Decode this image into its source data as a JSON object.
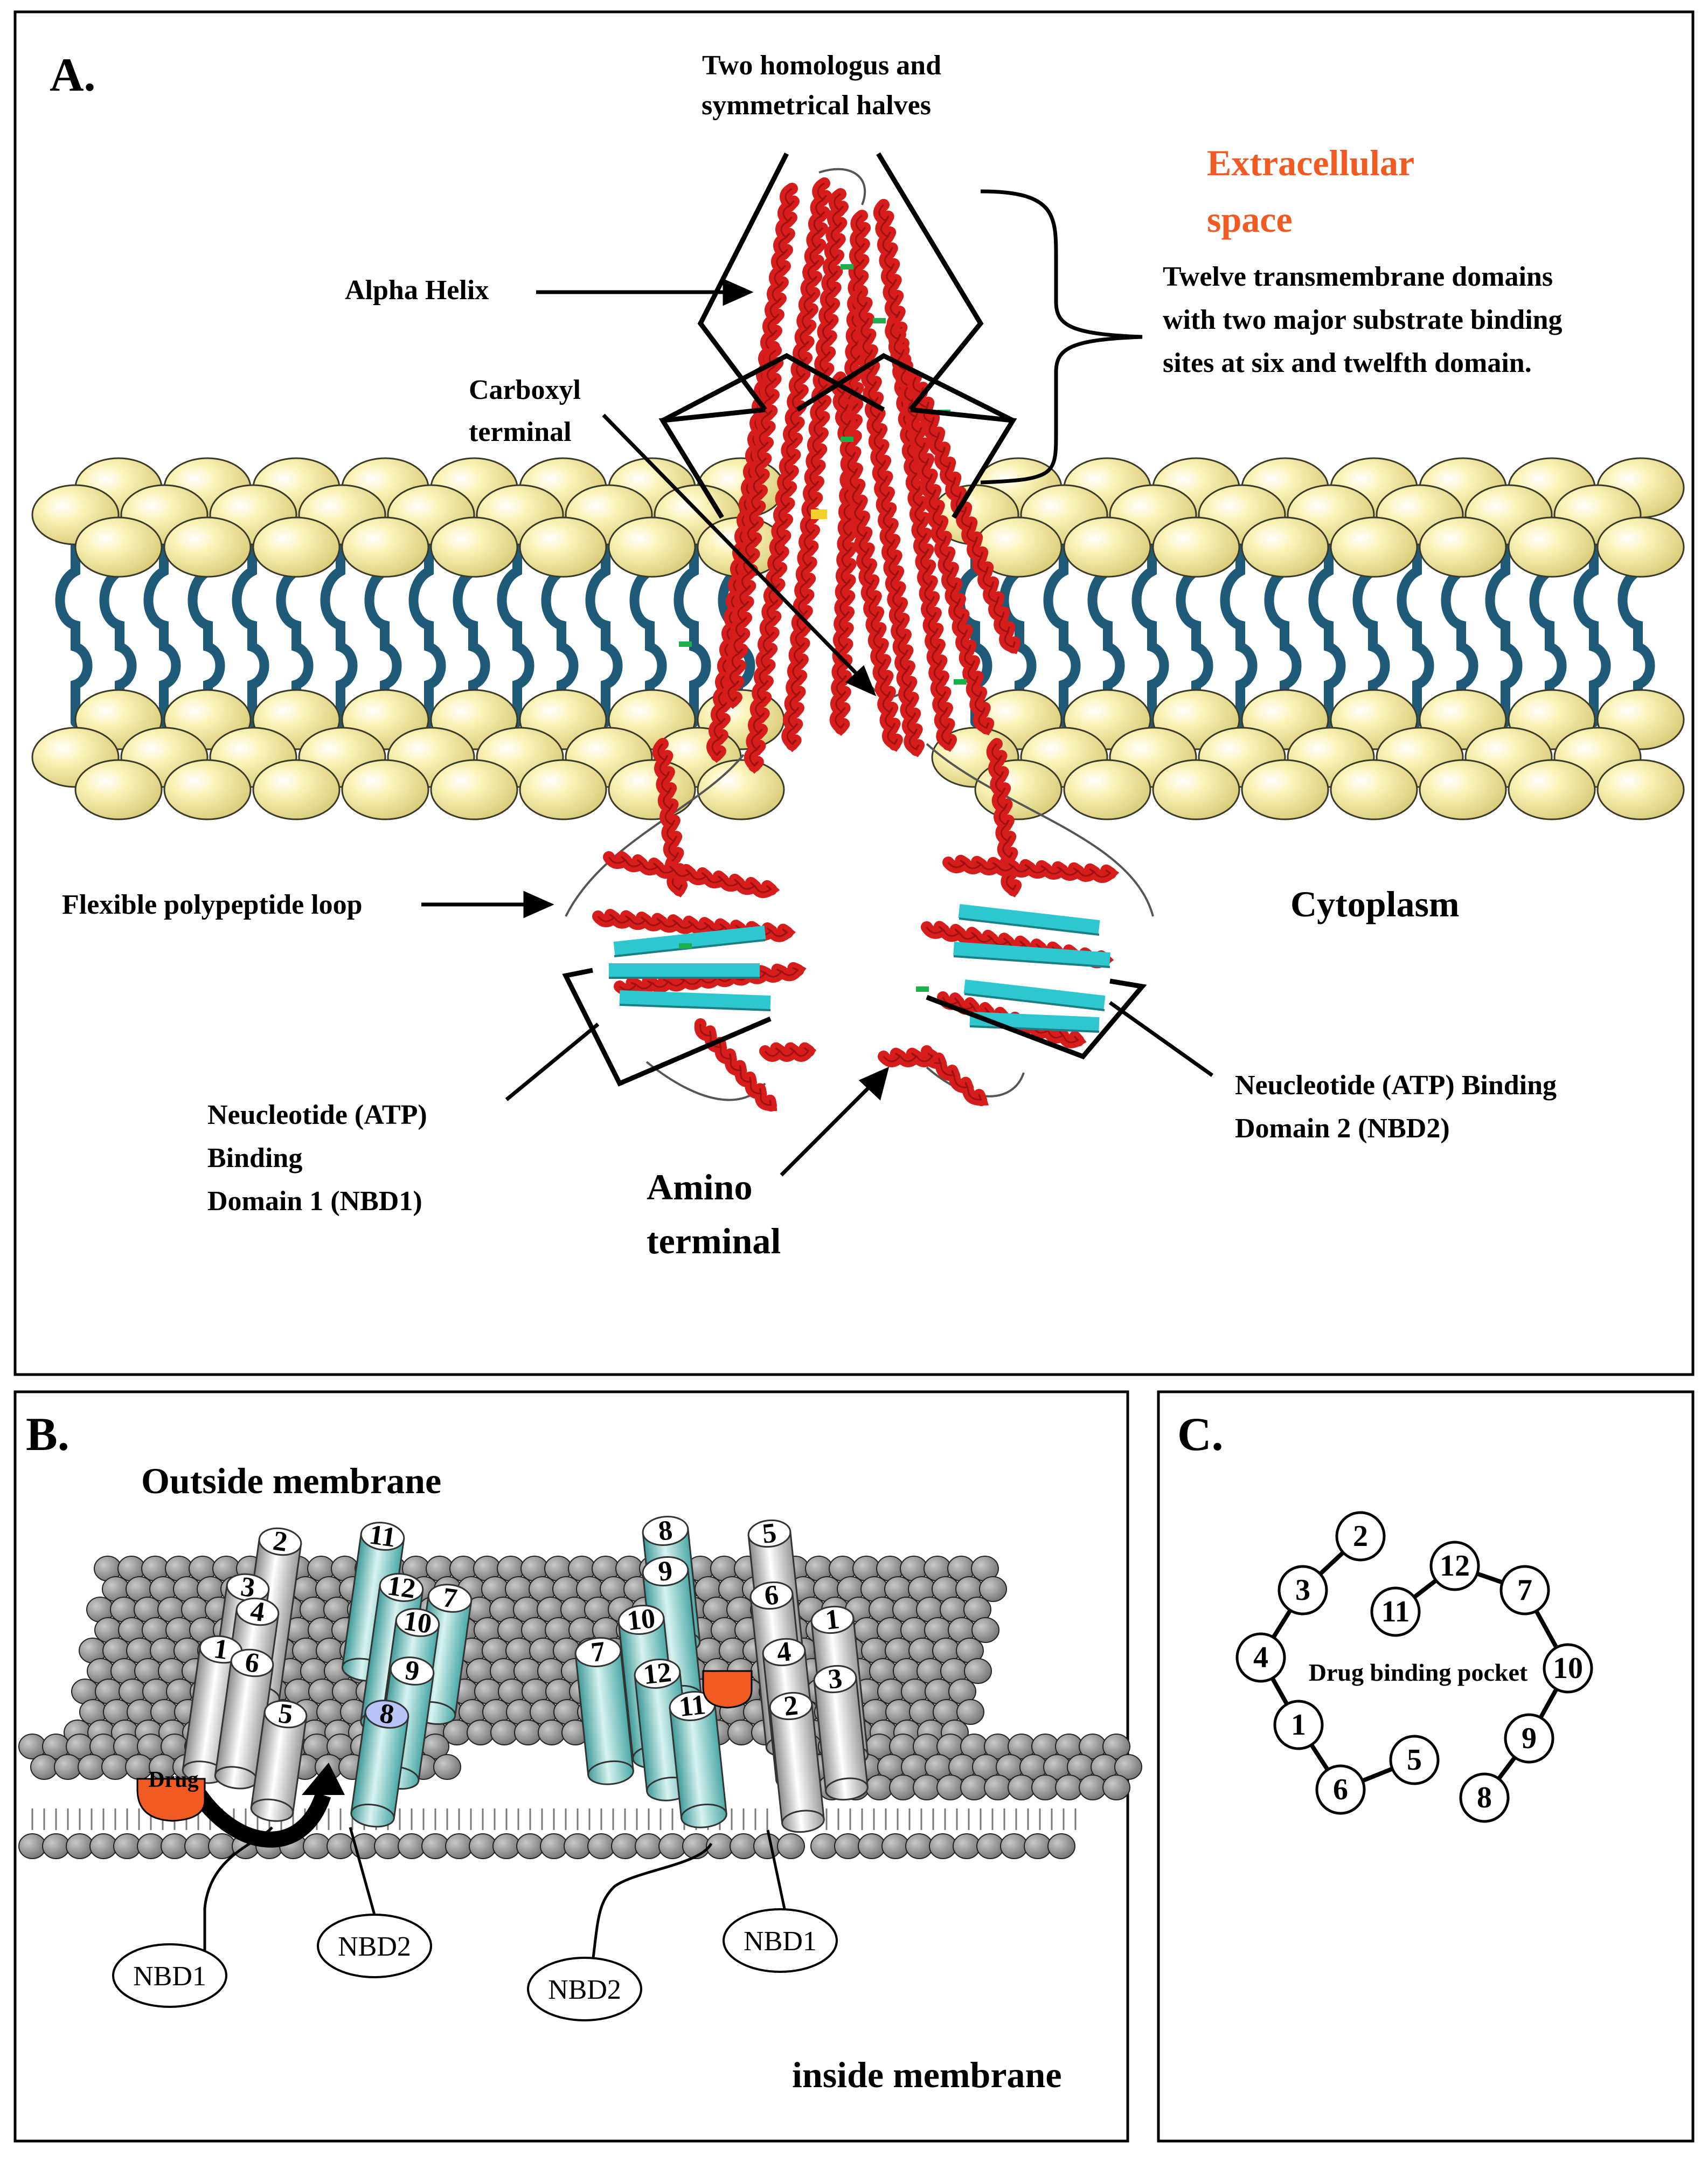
{
  "panelA": {
    "letter": "A.",
    "label_two_halves": [
      "Two homologus and",
      "symmetrical halves"
    ],
    "label_extracellular": [
      "Extracellular",
      "space"
    ],
    "label_alpha_helix": "Alpha Helix",
    "label_twelve_tm": [
      "Twelve transmembrane domains",
      "with two major substrate binding",
      "sites at six and twelfth domain."
    ],
    "label_carboxyl": [
      "Carboxyl",
      "terminal"
    ],
    "label_flexible_loop": "Flexible polypeptide loop",
    "label_cytoplasm": "Cytoplasm",
    "label_nbd1": [
      "Neucleotide (ATP)",
      "Binding",
      "Domain 1 (NBD1)"
    ],
    "label_nbd2": [
      "Neucleotide (ATP) Binding",
      "Domain 2 (NBD2)"
    ],
    "label_amino": [
      "Amino",
      "terminal"
    ],
    "colors": {
      "helix": "#d71c1c",
      "sheet": "#2fc7cf",
      "lipid_head": "#fbf3b8",
      "lipid_tail": "#1f5a78",
      "accent": "#f15a22"
    }
  },
  "panelB": {
    "letter": "B.",
    "label_outside": "Outside membrane",
    "label_inside": "inside membrane",
    "label_drug": "Drug",
    "nbd_left": [
      "NBD1",
      "NBD2"
    ],
    "nbd_right": [
      "NBD2",
      "NBD1"
    ],
    "left_grey_helices": [
      "2",
      "3",
      "4",
      "1",
      "6",
      "5"
    ],
    "left_teal_helices": [
      "11",
      "12",
      "7",
      "10",
      "9",
      "8"
    ],
    "right_teal_helices": [
      "8",
      "9",
      "10",
      "7",
      "12",
      "11"
    ],
    "right_grey_helices": [
      "5",
      "6",
      "1",
      "4",
      "3",
      "2"
    ]
  },
  "panelC": {
    "letter": "C.",
    "label_pocket": "Drug binding pocket",
    "nodes": [
      "2",
      "3",
      "4",
      "1",
      "6",
      "5",
      "12",
      "11",
      "7",
      "10",
      "9",
      "8"
    ]
  }
}
